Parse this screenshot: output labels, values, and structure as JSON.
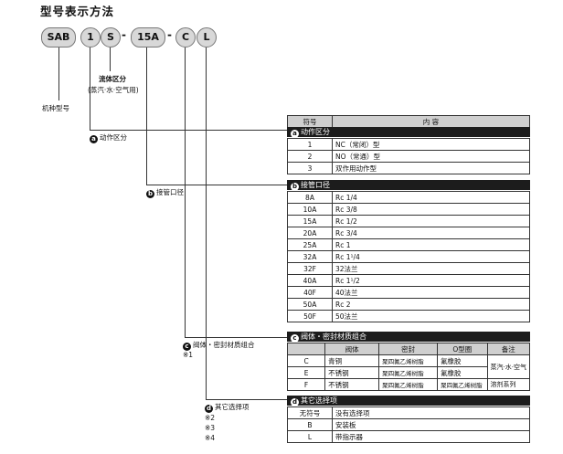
{
  "page_title": "型号表示方法",
  "code": {
    "parts": [
      "SAB",
      "1",
      "S",
      "15A",
      "C",
      "L"
    ],
    "dash": "-"
  },
  "labels": {
    "fluid_title": "流体区分",
    "fluid_sub": "(蒸汽·水·空气用)",
    "model_code": "机种型号",
    "a_label": "动作区分",
    "b_label": "接管口径",
    "c_label": "阀体・密封材质组合",
    "c_note": "※1",
    "d_label": "其它选择项",
    "d_notes": [
      "※2",
      "※3",
      "※4"
    ]
  },
  "table_header": {
    "col1": "符号",
    "col2": "内 容"
  },
  "section_a": {
    "badge": "a",
    "title": "动作区分",
    "rows": [
      [
        "1",
        "NC（常闭）型"
      ],
      [
        "2",
        "NO（常通）型"
      ],
      [
        "3",
        "双作用动作型"
      ]
    ]
  },
  "section_b": {
    "badge": "b",
    "title": "接管口径",
    "rows": [
      [
        "8A",
        "Rc 1/4"
      ],
      [
        "10A",
        "Rc 3/8"
      ],
      [
        "15A",
        "Rc 1/2"
      ],
      [
        "20A",
        "Rc 3/4"
      ],
      [
        "25A",
        "Rc  1"
      ],
      [
        "32A",
        "Rc 1¹/4"
      ],
      [
        "32F",
        "32法兰"
      ],
      [
        "40A",
        "Rc 1¹/2"
      ],
      [
        "40F",
        "40法兰"
      ],
      [
        "50A",
        "Rc 2"
      ],
      [
        "50F",
        "50法兰"
      ]
    ]
  },
  "section_c": {
    "badge": "c",
    "title": "阀体・密封材质组合",
    "headers": [
      "阀体",
      "密封",
      "O型圈",
      "备注"
    ],
    "rows": [
      [
        "C",
        "青铜",
        "聚四氟乙烯树脂",
        "氟橡胶"
      ],
      [
        "E",
        "不锈钢",
        "聚四氟乙烯树脂",
        "氟橡胶"
      ],
      [
        "F",
        "不锈钢",
        "聚四氟乙烯树脂",
        "聚四氟乙烯树脂"
      ]
    ],
    "note_merged": "蒸汽·水·空气",
    "note_last": "溶剂系列"
  },
  "section_d": {
    "badge": "d",
    "title": "其它选择项",
    "rows": [
      [
        "无符号",
        "没有选择项"
      ],
      [
        "B",
        "安装板"
      ],
      [
        "L",
        "带指示器"
      ]
    ]
  }
}
